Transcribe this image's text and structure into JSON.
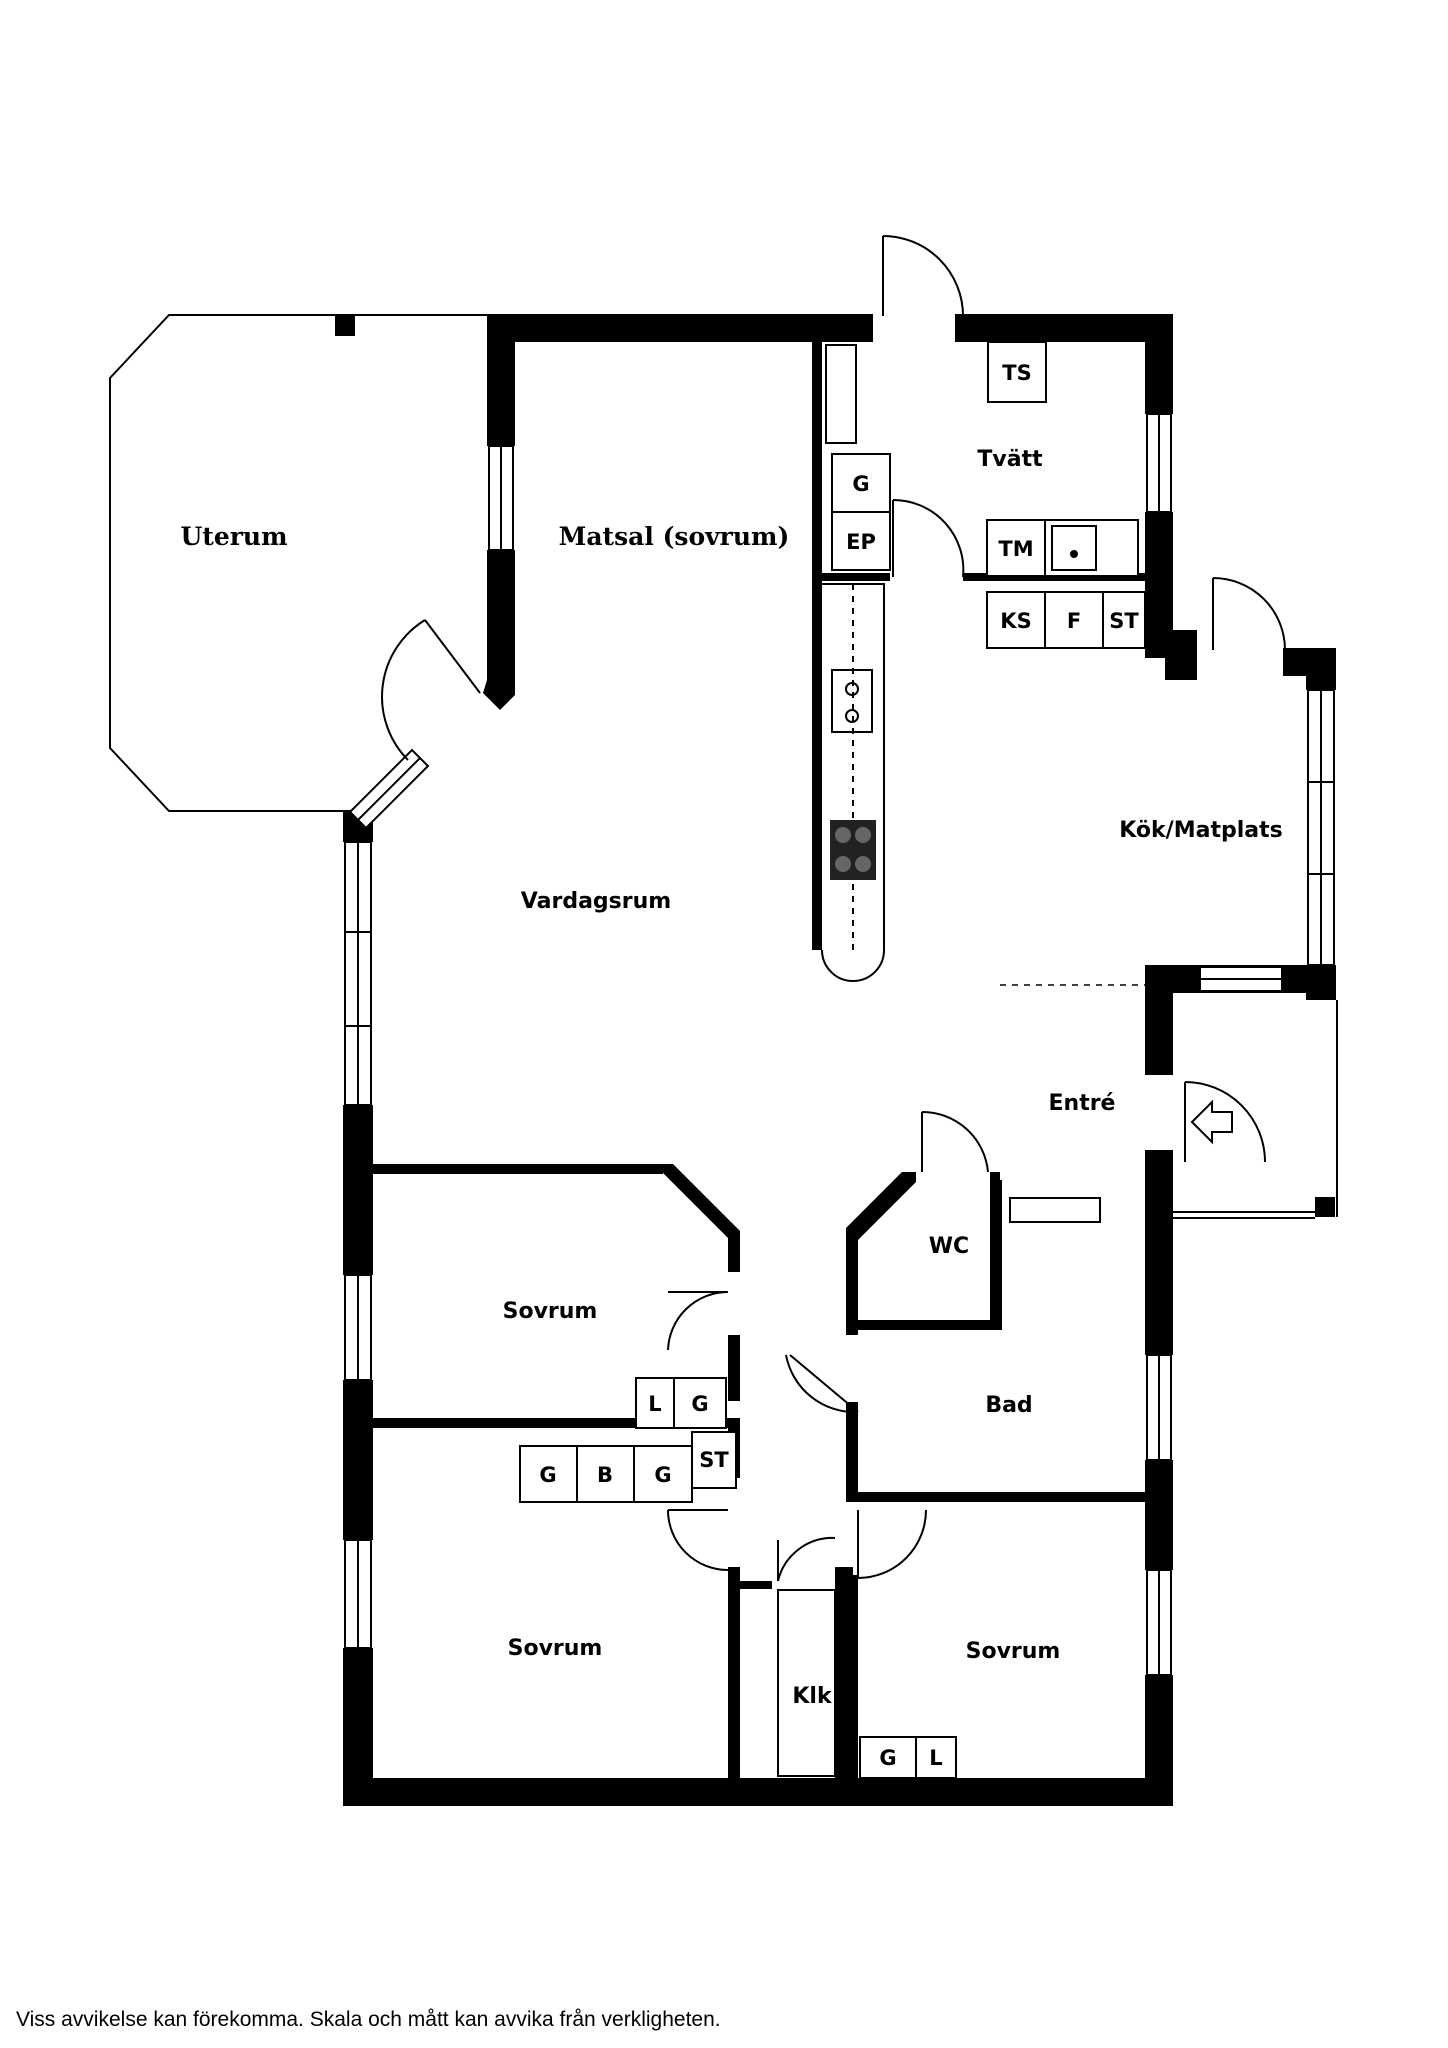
{
  "rooms": {
    "uterum": "Uterum",
    "matsal": "Matsal (sovrum)",
    "tvatt": "Tvätt",
    "kok": "Kök/Matplats",
    "vardagsrum": "Vardagsrum",
    "entre": "Entré",
    "wc": "WC",
    "bad": "Bad",
    "sovrum_1": "Sovrum",
    "sovrum_2": "Sovrum",
    "sovrum_3": "Sovrum",
    "klk": "Klk"
  },
  "fixtures": {
    "ts": "TS",
    "tm": "TM",
    "ks": "KS",
    "f": "F",
    "st_kitchen": "ST",
    "g_kitchen": "G",
    "ep": "EP",
    "l_bed1": "L",
    "g_bed1": "G",
    "g_bed2_a": "G",
    "b_bed2": "B",
    "g_bed2_b": "G",
    "st_hall": "ST",
    "g_bed3": "G",
    "l_bed3": "L"
  },
  "footer": "Viss avvikelse kan förekomma. Skala och mått kan avvika från verkligheten."
}
